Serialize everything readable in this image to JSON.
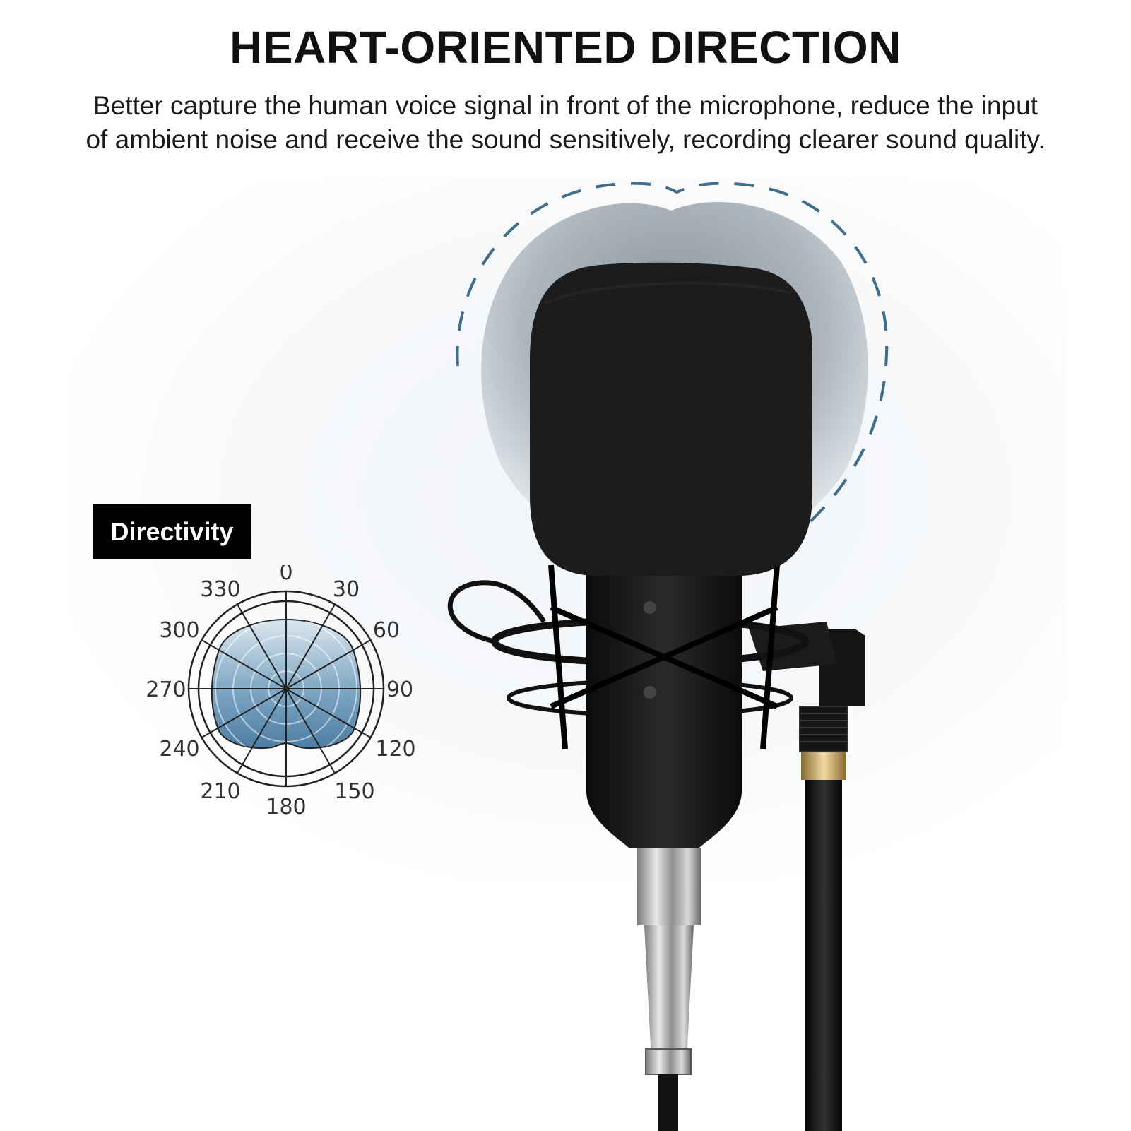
{
  "headline": "HEART-ORIENTED DIRECTION",
  "subtext": {
    "line1": "Better capture the human voice signal in front of the microphone, reduce the input",
    "line2": "of ambient noise and receive the sound sensitively, recording clearer sound quality."
  },
  "badge": {
    "label": "Directivity"
  },
  "polar_labels": [
    "0",
    "30",
    "60",
    "90",
    "120",
    "150",
    "180",
    "210",
    "240",
    "270",
    "300",
    "330"
  ],
  "colors": {
    "pattern_top": "#dbe7ef",
    "pattern_bottom": "#4e7ea3",
    "dashed_outline": "#3f6d8c",
    "halo": "#8e9aa3",
    "foam": "#1c1c1c"
  },
  "icons": [
    "microphone-illustration",
    "polar-pattern-diagram"
  ]
}
